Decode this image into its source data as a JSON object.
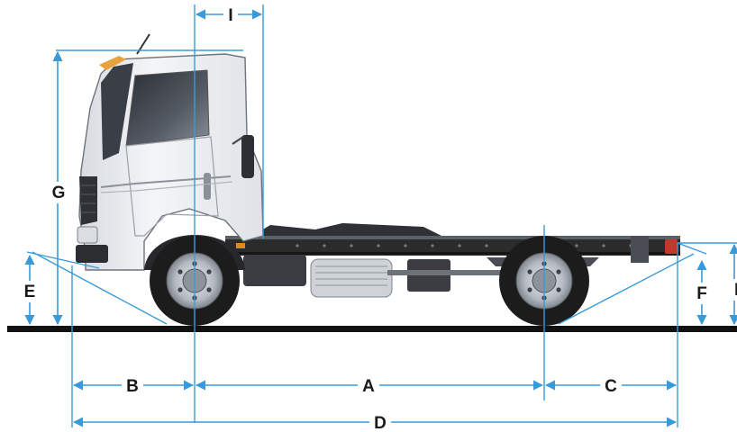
{
  "diagram": {
    "labels": {
      "A": "A",
      "B": "B",
      "C": "C",
      "D": "D",
      "E": "E",
      "F": "F",
      "G": "G",
      "H": "H",
      "I": "I"
    },
    "colors": {
      "dimension_lines": "#3a9ad9",
      "ground": "#111111",
      "cab": "#eef0f2",
      "chassis": "#2b2b2b",
      "tire": "#1c1c1c",
      "wheel_rim": "#b9bfc6",
      "window": "#3a3f47",
      "tail_light": "#c0392b",
      "side_marker": "#e08a1e"
    },
    "icons": {
      "truck": "light-truck-chassis-cab-side-view"
    }
  }
}
